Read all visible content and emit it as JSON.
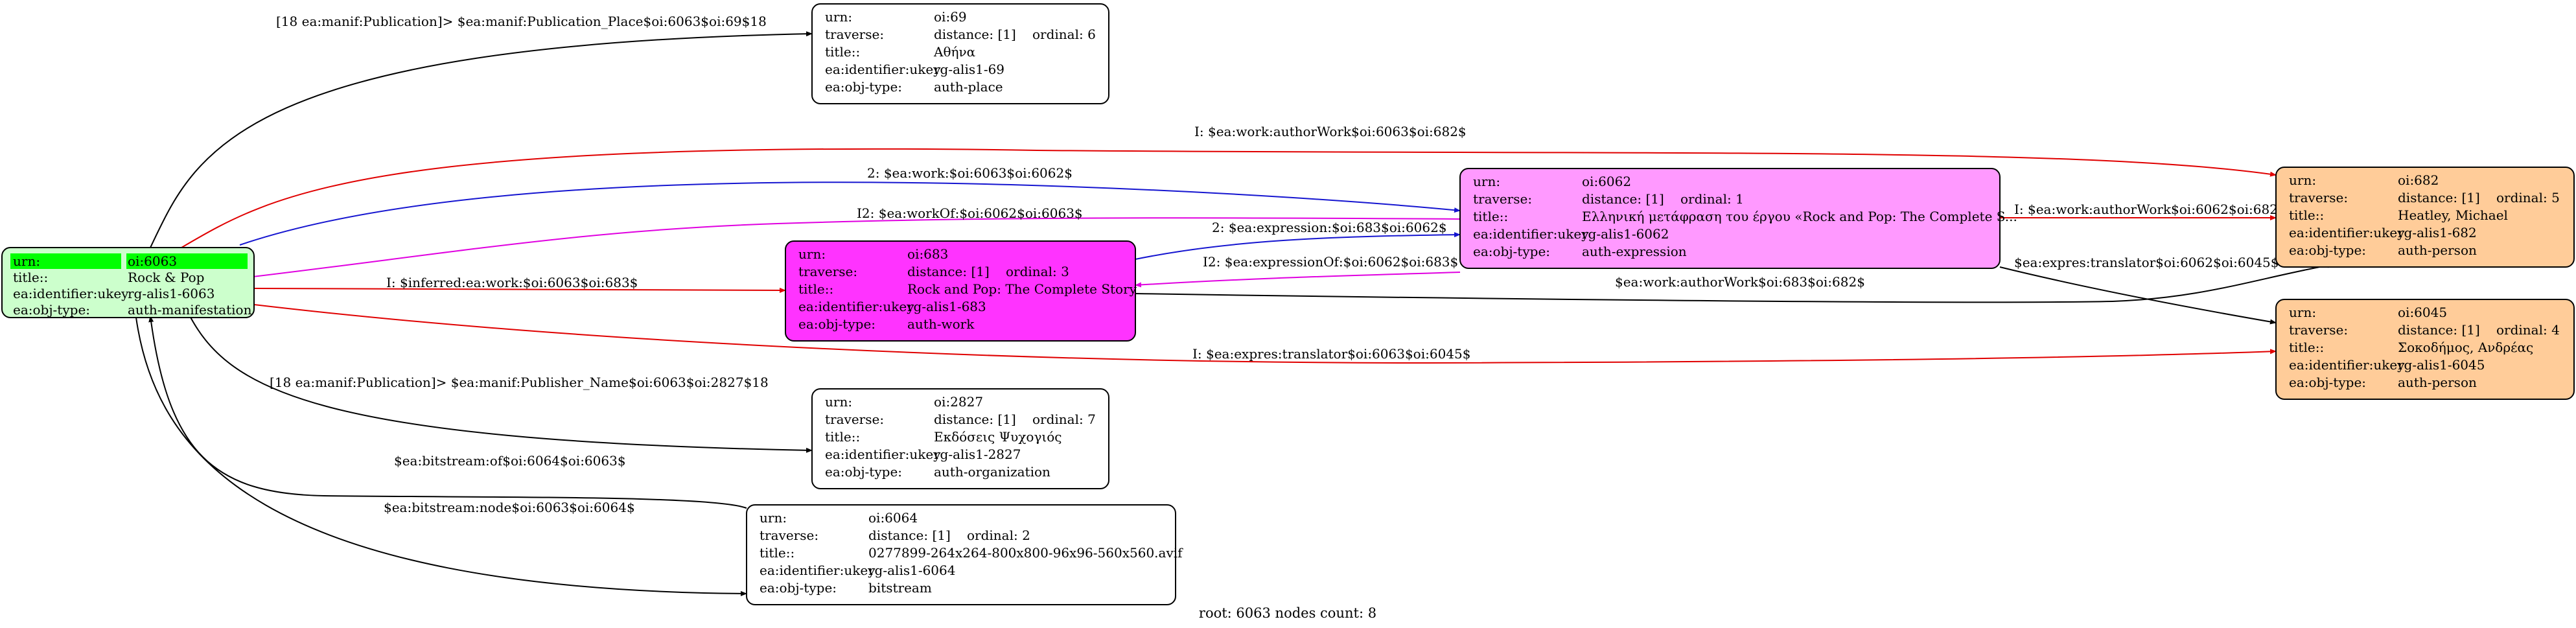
{
  "colors": {
    "root_node": "#ccffcc",
    "root_highlight": "#00ff00",
    "expression_node": "#ff99ff",
    "work_node": "#ff33ff",
    "person_node": "#ffcc99",
    "plain_node": "#ffffff",
    "edge_black": "#000000",
    "edge_red": "#e00000",
    "edge_blue": "#1515d0",
    "edge_magenta": "#e000e0"
  },
  "nodes": {
    "n6063": {
      "rows": [
        [
          "urn:",
          "oi:6063",
          ""
        ],
        [
          "title::",
          "Rock & Pop",
          ""
        ],
        [
          "ea:identifier:ukey",
          "rg-alis1-6063",
          ""
        ],
        [
          "ea:obj-type:",
          "auth-manifestation",
          ""
        ]
      ]
    },
    "n69": {
      "rows": [
        [
          "urn:",
          "oi:69",
          ""
        ],
        [
          "traverse:",
          "distance: [1]",
          "ordinal: 6"
        ],
        [
          "title::",
          "Αθήνα",
          ""
        ],
        [
          "ea:identifier:ukey",
          "rg-alis1-69",
          ""
        ],
        [
          "ea:obj-type:",
          "auth-place",
          ""
        ]
      ]
    },
    "n6062": {
      "rows": [
        [
          "urn:",
          "oi:6062",
          ""
        ],
        [
          "traverse:",
          "distance: [1]",
          "ordinal: 1"
        ],
        [
          "title::",
          "Ελληνική μετάφραση του έργου «Rock and Pop: The Complete S...",
          ""
        ],
        [
          "ea:identifier:ukey",
          "rg-alis1-6062",
          ""
        ],
        [
          "ea:obj-type:",
          "auth-expression",
          ""
        ]
      ]
    },
    "n683": {
      "rows": [
        [
          "urn:",
          "oi:683",
          ""
        ],
        [
          "traverse:",
          "distance: [1]",
          "ordinal: 3"
        ],
        [
          "title::",
          "Rock and Pop: The Complete Story",
          ""
        ],
        [
          "ea:identifier:ukey",
          "rg-alis1-683",
          ""
        ],
        [
          "ea:obj-type:",
          "auth-work",
          ""
        ]
      ]
    },
    "n682": {
      "rows": [
        [
          "urn:",
          "oi:682",
          ""
        ],
        [
          "traverse:",
          "distance: [1]",
          "ordinal: 5"
        ],
        [
          "title::",
          "Heatley, Michael",
          ""
        ],
        [
          "ea:identifier:ukey",
          "rg-alis1-682",
          ""
        ],
        [
          "ea:obj-type:",
          "auth-person",
          ""
        ]
      ]
    },
    "n6045": {
      "rows": [
        [
          "urn:",
          "oi:6045",
          ""
        ],
        [
          "traverse:",
          "distance: [1]",
          "ordinal: 4"
        ],
        [
          "title::",
          "Σοκοδήμος, Ανδρέας",
          ""
        ],
        [
          "ea:identifier:ukey",
          "rg-alis1-6045",
          ""
        ],
        [
          "ea:obj-type:",
          "auth-person",
          ""
        ]
      ]
    },
    "n2827": {
      "rows": [
        [
          "urn:",
          "oi:2827",
          ""
        ],
        [
          "traverse:",
          "distance: [1]",
          "ordinal: 7"
        ],
        [
          "title::",
          "Εκδόσεις Ψυχογιός",
          ""
        ],
        [
          "ea:identifier:ukey",
          "rg-alis1-2827",
          ""
        ],
        [
          "ea:obj-type:",
          "auth-organization",
          ""
        ]
      ]
    },
    "n6064": {
      "rows": [
        [
          "urn:",
          "oi:6064",
          ""
        ],
        [
          "traverse:",
          "distance: [1]",
          "ordinal: 2"
        ],
        [
          "title::",
          "0277899-264x264-800x800-96x96-560x560.avif",
          ""
        ],
        [
          "ea:identifier:ukey",
          "rg-alis1-6064",
          ""
        ],
        [
          "ea:obj-type:",
          "bitstream",
          ""
        ]
      ]
    }
  },
  "edges": {
    "e1": "[18 ea:manif:Publication]> $ea:manif:Publication_Place$oi:6063$oi:69$18",
    "e2": "I: $ea:work:authorWork$oi:6063$oi:682$",
    "e3": "2: $ea:work:$oi:6063$oi:6062$",
    "e4": "I2: $ea:workOf:$oi:6062$oi:6063$",
    "e5": "2: $ea:expression:$oi:683$oi:6062$",
    "e6": "I2: $ea:expressionOf:$oi:6062$oi:683$",
    "e7": "I: $ea:work:authorWork$oi:6062$oi:682$",
    "e8": "$ea:expres:translator$oi:6062$oi:6045$",
    "e9": "$ea:work:authorWork$oi:683$oi:682$",
    "e10": "I: $inferred:ea:work:$oi:6063$oi:683$",
    "e11": "I: $ea:expres:translator$oi:6063$oi:6045$",
    "e12": "[18 ea:manif:Publication]> $ea:manif:Publisher_Name$oi:6063$oi:2827$18",
    "e13": "$ea:bitstream:of$oi:6064$oi:6063$",
    "e14": "$ea:bitstream:node$oi:6063$oi:6064$"
  },
  "footer": "root: 6063 nodes count: 8"
}
